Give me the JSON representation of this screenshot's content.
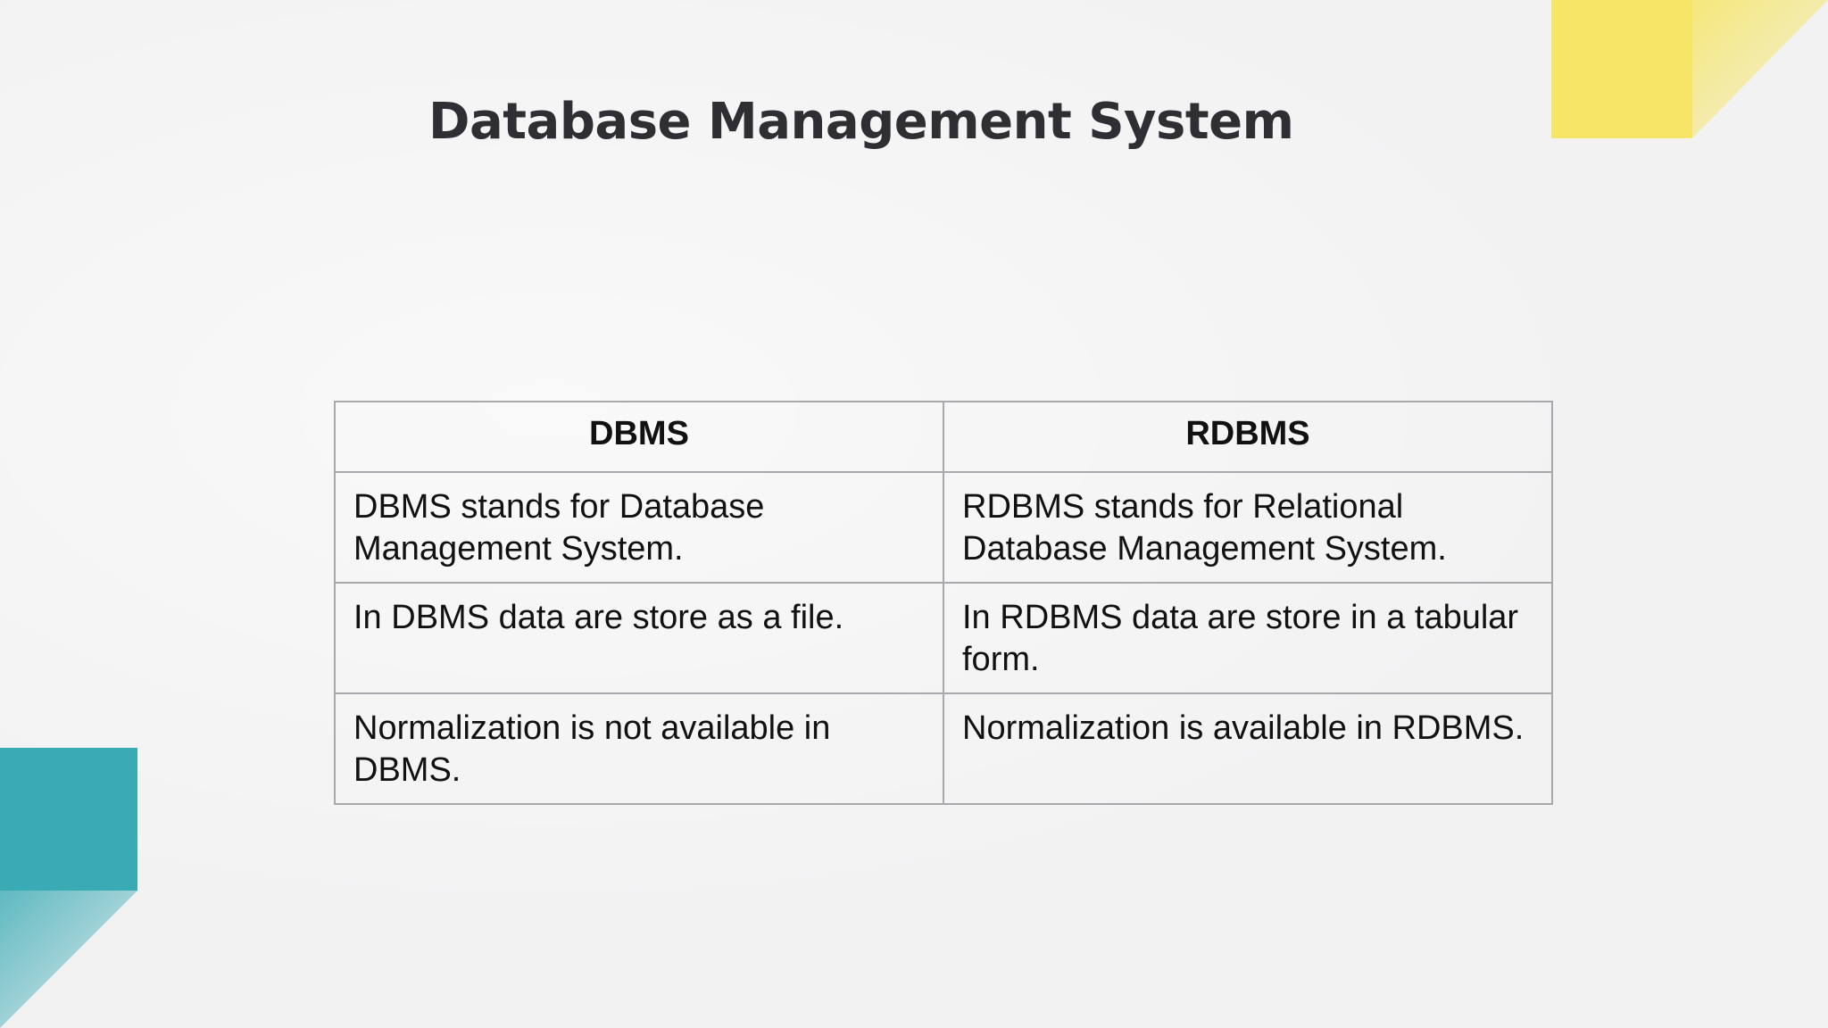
{
  "slide": {
    "title": "Database Management System"
  },
  "table": {
    "headers": [
      "DBMS",
      "RDBMS"
    ],
    "rows": [
      [
        "DBMS stands for Database Management System.",
        "RDBMS stands for Relational Database Management System."
      ],
      [
        "In DBMS data are store as a file.",
        "In RDBMS data are store in a tabular form."
      ],
      [
        "Normalization is not available in DBMS.",
        "Normalization is available in RDBMS."
      ]
    ]
  },
  "colors": {
    "background": "#f2f2f3",
    "accent_yellow": "#f6e566",
    "accent_teal": "#3aabb4",
    "title_text": "#2e2e33",
    "table_border": "#a9a9ad"
  }
}
